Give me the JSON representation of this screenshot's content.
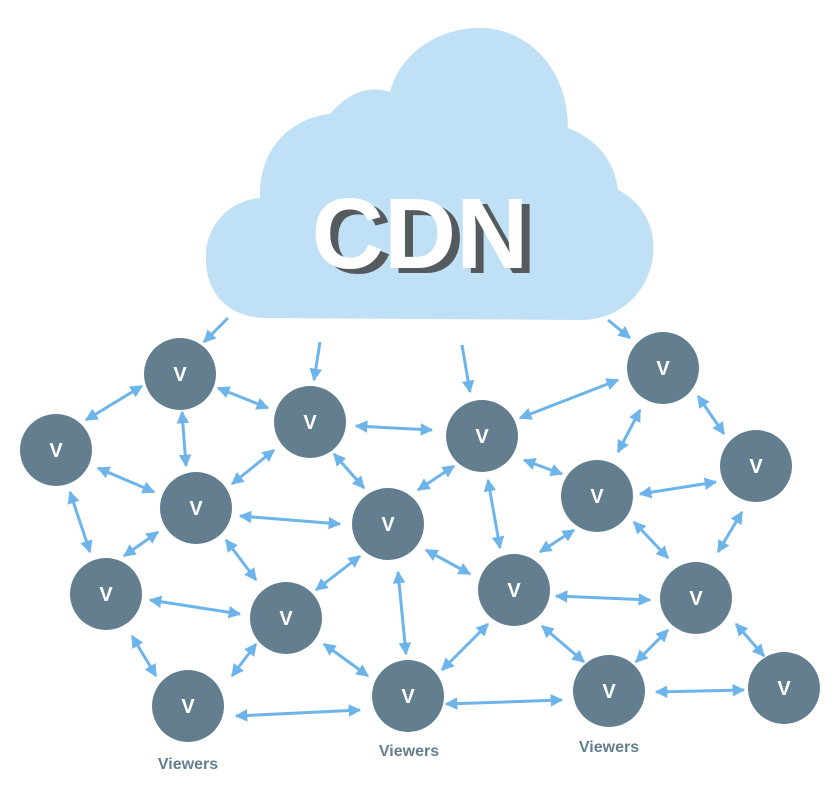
{
  "cloud": {
    "label": "CDN"
  },
  "node_label": "V",
  "captions": [
    "Viewers",
    "Viewers",
    "Viewers"
  ],
  "colors": {
    "cloud": "#bfe0f5",
    "node": "#637f8f",
    "arrow": "#6cb4ea",
    "cdn_text": "#ffffff",
    "cdn_shadow": "#555a5e",
    "caption": "#637f8f"
  }
}
